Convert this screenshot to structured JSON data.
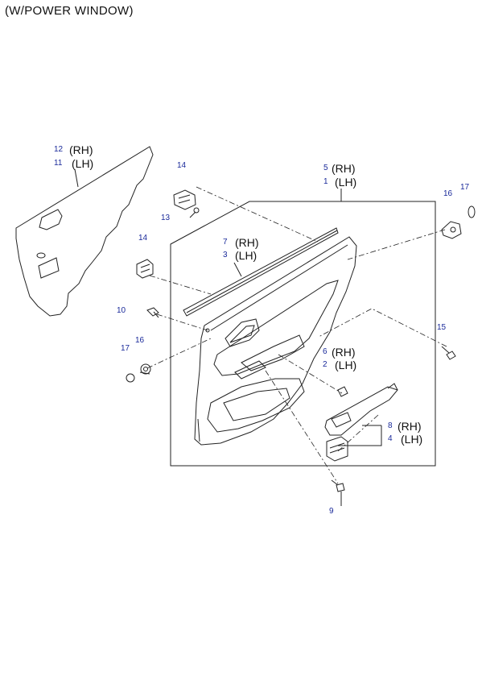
{
  "title": "(W/POWER WINDOW)",
  "sides": {
    "rh": "(RH)",
    "lh": "(LH)"
  },
  "callouts": {
    "c12": "12",
    "c11": "11",
    "c5": "5",
    "c1": "1",
    "c14a": "14",
    "c13": "13",
    "c14b": "14",
    "c7": "7",
    "c3": "3",
    "c16a": "16",
    "c17a": "17",
    "c10": "10",
    "c15": "15",
    "c16b": "16",
    "c17b": "17",
    "c6": "6",
    "c2": "2",
    "c8": "8",
    "c4": "4",
    "c9": "9"
  },
  "colors": {
    "callout_number": "#1a2a9a",
    "line": "#222222"
  }
}
